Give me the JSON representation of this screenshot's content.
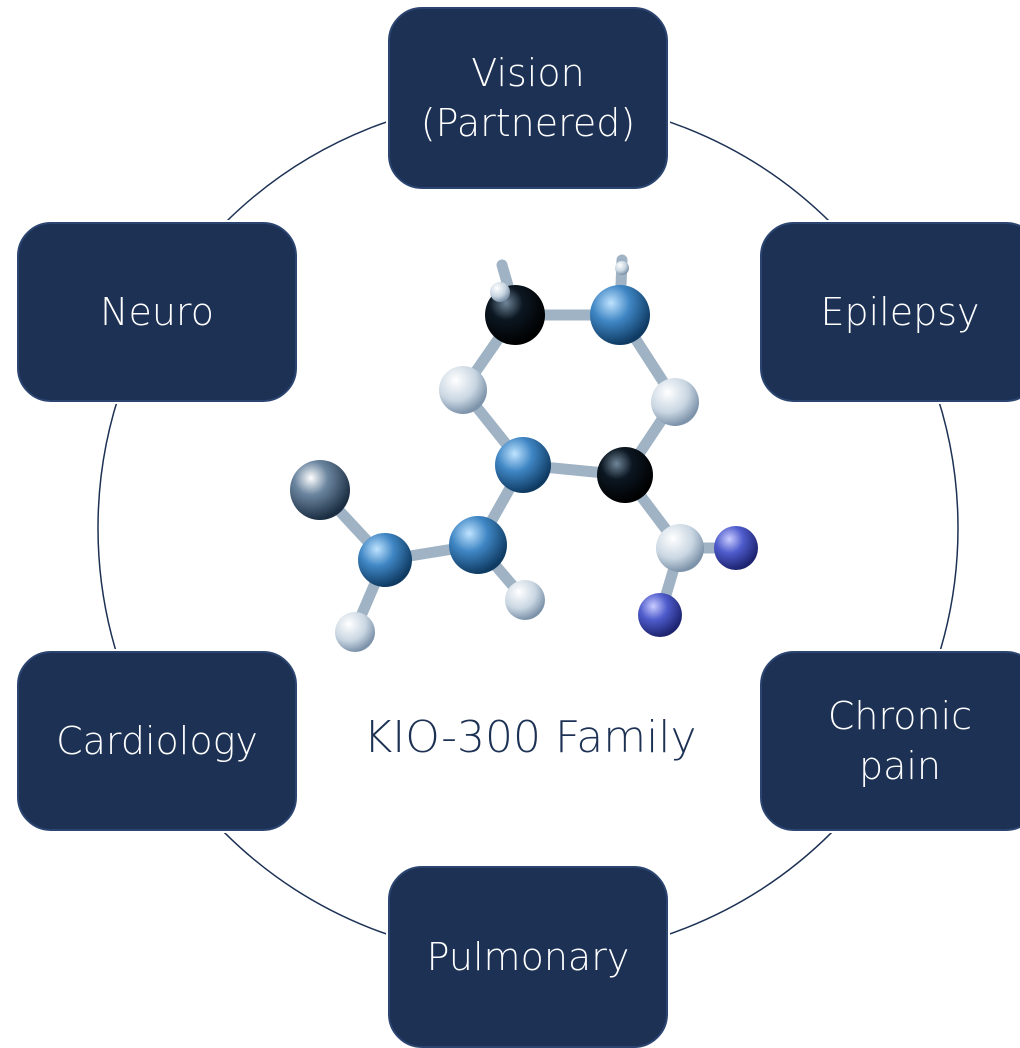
{
  "diagram": {
    "center_label": "KIO-300 Family",
    "nodes": [
      {
        "id": "vision",
        "lines": [
          "Vision",
          "(Partnered)"
        ]
      },
      {
        "id": "epilepsy",
        "lines": [
          "Epilepsy"
        ]
      },
      {
        "id": "chronic",
        "lines": [
          "Chronic",
          "pain"
        ]
      },
      {
        "id": "pulmonary",
        "lines": [
          "Pulmonary"
        ]
      },
      {
        "id": "cardiology",
        "lines": [
          "Cardiology"
        ]
      },
      {
        "id": "neuro",
        "lines": [
          "Neuro"
        ]
      }
    ]
  },
  "colors": {
    "node_fill": "#1c3154",
    "node_text": "#ffffff",
    "ring": "#1c3154",
    "center_text": "#1c3154"
  },
  "icons": {
    "center_image": "molecule-icon"
  }
}
